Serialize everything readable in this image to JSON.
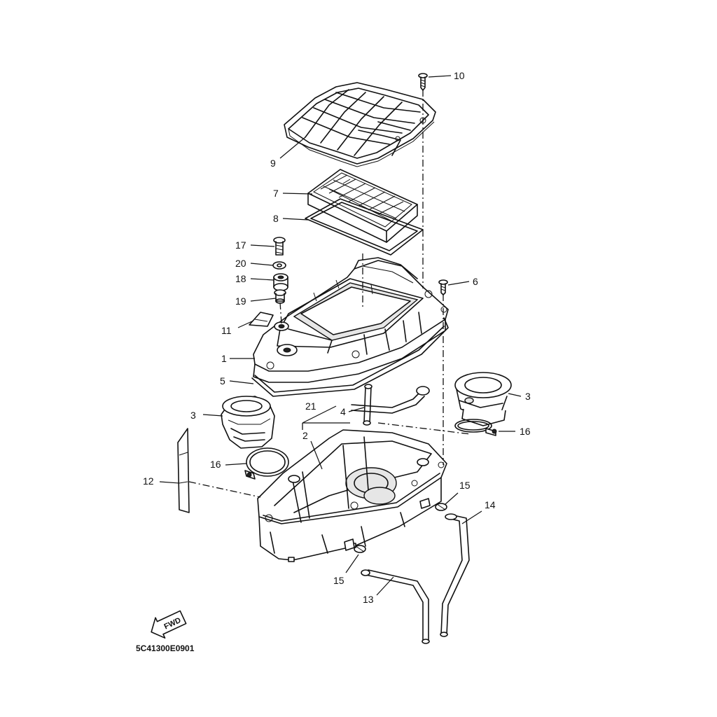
{
  "diagram": {
    "drawing_code": "5C41300E0901",
    "direction_arrow": "FWD",
    "callouts": [
      {
        "id": "c1",
        "text": "1"
      },
      {
        "id": "c2",
        "text": "2"
      },
      {
        "id": "c3a",
        "text": "3"
      },
      {
        "id": "c3b",
        "text": "3"
      },
      {
        "id": "c4",
        "text": "4"
      },
      {
        "id": "c5",
        "text": "5"
      },
      {
        "id": "c6",
        "text": "6"
      },
      {
        "id": "c7",
        "text": "7"
      },
      {
        "id": "c8",
        "text": "8"
      },
      {
        "id": "c9",
        "text": "9"
      },
      {
        "id": "c10",
        "text": "10"
      },
      {
        "id": "c11",
        "text": "11"
      },
      {
        "id": "c12",
        "text": "12"
      },
      {
        "id": "c13",
        "text": "13"
      },
      {
        "id": "c14",
        "text": "14"
      },
      {
        "id": "c15a",
        "text": "15"
      },
      {
        "id": "c15b",
        "text": "15"
      },
      {
        "id": "c16a",
        "text": "16"
      },
      {
        "id": "c16b",
        "text": "16"
      },
      {
        "id": "c17",
        "text": "17"
      },
      {
        "id": "c18",
        "text": "18"
      },
      {
        "id": "c19",
        "text": "19"
      },
      {
        "id": "c20",
        "text": "20"
      },
      {
        "id": "c21",
        "text": "21"
      }
    ]
  }
}
